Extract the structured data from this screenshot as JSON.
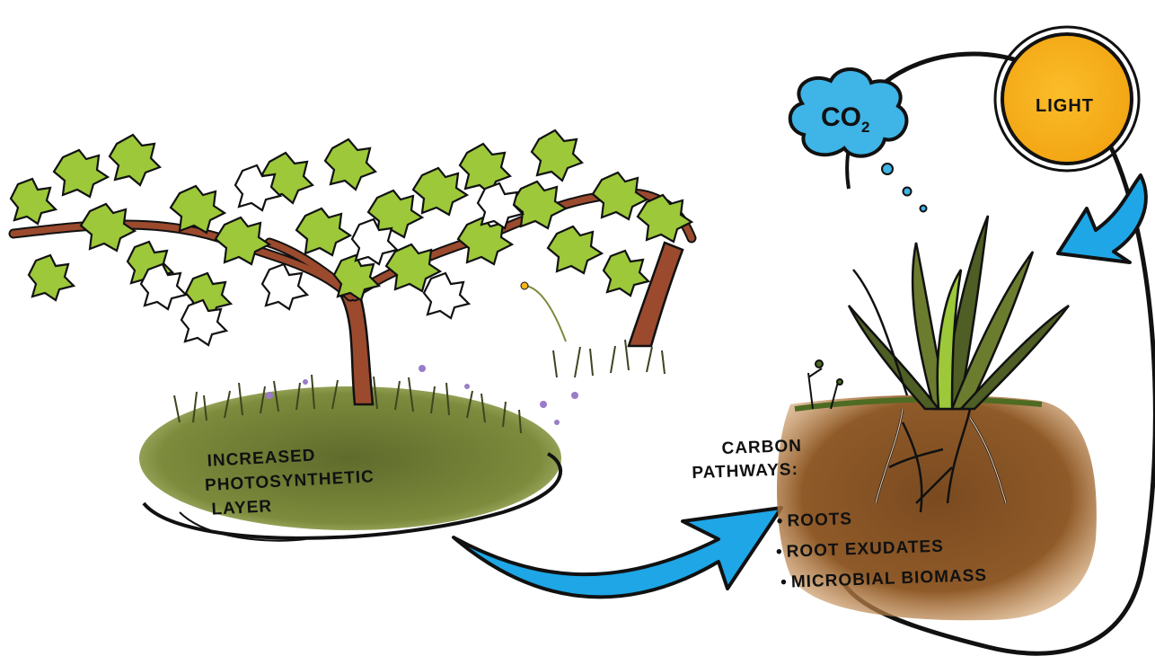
{
  "labels": {
    "layer_line1": "Increased",
    "layer_line2": "Photosynthetic",
    "layer_line3": "Layer",
    "pathways_line1": "Carbon",
    "pathways_line2": "Pathways:",
    "pathways": [
      "Roots",
      "Root exudates",
      "Microbial biomass"
    ],
    "co2_main": "CO",
    "co2_sub": "2",
    "light": "Light"
  },
  "colors": {
    "leaf": "#9cc83a",
    "bark": "#9b4a2e",
    "grass_dark": "#4e5a2a",
    "grass_mid": "#7a8a3a",
    "soil": "#8a5526",
    "sky_cloud": "#3fb4e6",
    "sun": "#f7b21c",
    "arrow": "#1ea6e6",
    "ink": "#111111"
  },
  "icons": [
    "tree-icon",
    "cloud-icon",
    "sun-icon",
    "plant-icon",
    "arrow-icon"
  ]
}
